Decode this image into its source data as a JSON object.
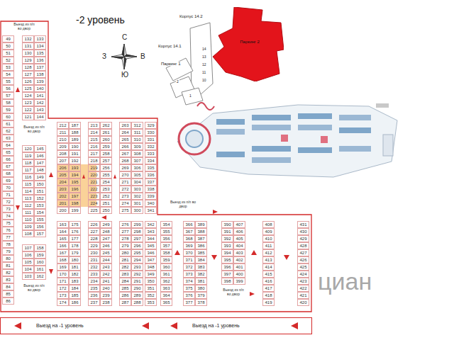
{
  "diagram": {
    "title": "-2 уровень",
    "nodes": [
      {
        "text": [
          "Выезд на -1 уровень",
          "Выезд на -1 уровень"
        ]
      },
      {
        "text": [
          "Паркинг 2"
        ]
      }
    ],
    "labels": [
      "С",
      "Ю",
      "З",
      "В",
      "Выезд из п/п во двор",
      "Выезд из п/п во двор",
      "Выезд из п/п во двор",
      "Выезд из п/п во двор",
      "Выезд из п/п во двор",
      "Корпус 14.2",
      "Корпус 14.1",
      "Паркинг 1",
      "14",
      "13",
      "12",
      "11",
      "10",
      "1",
      "2",
      "циан",
      "49",
      "50",
      "51",
      "52",
      "53",
      "54",
      "55",
      "56",
      "57",
      "58",
      "59",
      "60",
      "61",
      "62",
      "63",
      "64",
      "65",
      "66",
      "67",
      "68",
      "69",
      "70",
      "71",
      "72",
      "73",
      "74",
      "75",
      "76",
      "77",
      "78",
      "79",
      "80",
      "81",
      "82",
      "83",
      "84",
      "85",
      "86",
      "132",
      "131",
      "130",
      "129",
      "128",
      "127",
      "126",
      "125",
      "124",
      "123",
      "122",
      "121",
      "120",
      "119",
      "118",
      "117",
      "116",
      "115",
      "114",
      "113",
      "112",
      "111",
      "110",
      "109",
      "108",
      "107",
      "106",
      "105",
      "104",
      "103",
      "133",
      "134",
      "135",
      "136",
      "137",
      "138",
      "139",
      "140",
      "141",
      "142",
      "143",
      "144",
      "145",
      "146",
      "147",
      "148",
      "149",
      "150",
      "151",
      "152",
      "153",
      "154",
      "155",
      "156",
      "157",
      "158",
      "159",
      "160",
      "161",
      "162",
      "212",
      "211",
      "210",
      "209",
      "208",
      "207",
      "206",
      "205",
      "204",
      "203",
      "202",
      "201",
      "200",
      "163",
      "164",
      "165",
      "166",
      "167",
      "168",
      "169",
      "170",
      "171",
      "172",
      "173",
      "174",
      "187",
      "188",
      "189",
      "190",
      "191",
      "192",
      "193",
      "194",
      "195",
      "196",
      "197",
      "198",
      "199",
      "175",
      "176",
      "177",
      "178",
      "179",
      "180",
      "181",
      "182",
      "183",
      "184",
      "185",
      "186",
      "213",
      "214",
      "215",
      "216",
      "217",
      "218",
      "219",
      "220",
      "221",
      "222",
      "223",
      "224",
      "225",
      "226",
      "227",
      "228",
      "229",
      "230",
      "231",
      "232",
      "233",
      "234",
      "235",
      "236",
      "237",
      "262",
      "261",
      "260",
      "259",
      "258",
      "257",
      "256",
      "255",
      "254",
      "253",
      "252",
      "251",
      "250",
      "249",
      "248",
      "247",
      "246",
      "245",
      "244",
      "243",
      "242",
      "241",
      "240",
      "239",
      "238",
      "263",
      "264",
      "265",
      "266",
      "267",
      "268",
      "269",
      "270",
      "271",
      "272",
      "273",
      "274",
      "275",
      "276",
      "277",
      "278",
      "279",
      "280",
      "281",
      "282",
      "283",
      "284",
      "285",
      "286",
      "287",
      "312",
      "311",
      "310",
      "309",
      "308",
      "307",
      "306",
      "305",
      "304",
      "303",
      "302",
      "301",
      "300",
      "299",
      "298",
      "297",
      "296",
      "295",
      "294",
      "293",
      "292",
      "291",
      "290",
      "289",
      "288",
      "329",
      "330",
      "331",
      "332",
      "333",
      "334",
      "335",
      "336",
      "337",
      "338",
      "339",
      "340",
      "341",
      "342",
      "343",
      "344",
      "345",
      "346",
      "347",
      "348",
      "349",
      "350",
      "351",
      "352",
      "353",
      "354",
      "355",
      "356",
      "357",
      "358",
      "359",
      "360",
      "361",
      "362",
      "363",
      "364",
      "365",
      "366",
      "367",
      "368",
      "369",
      "370",
      "371",
      "372",
      "373",
      "374",
      "375",
      "376",
      "377",
      "389",
      "388",
      "387",
      "386",
      "385",
      "384",
      "383",
      "382",
      "381",
      "380",
      "379",
      "378",
      "390",
      "391",
      "392",
      "393",
      "394",
      "395",
      "396",
      "397",
      "398",
      "407",
      "406",
      "405",
      "404",
      "403",
      "402",
      "401",
      "400",
      "399",
      "408",
      "409",
      "410",
      "411",
      "412",
      "413",
      "414",
      "415",
      "416",
      "417",
      "418",
      "419",
      "431",
      "430",
      "429",
      "428",
      "427",
      "426",
      "425",
      "424",
      "423",
      "422",
      "421",
      "420"
    ]
  }
}
